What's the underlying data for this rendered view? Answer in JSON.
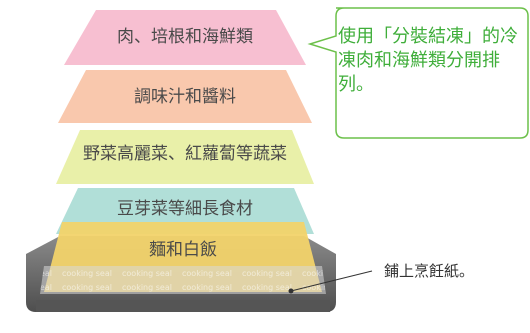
{
  "layers": [
    {
      "label": "肉、培根和海鮮類",
      "color": "#f6b8cc"
    },
    {
      "label": "調味汁和醬料",
      "color": "#f8c2a4"
    },
    {
      "label": "野菜高麗菜、紅蘿蔔等蔬菜",
      "color": "#e7eea0"
    },
    {
      "label": "豆芽菜等細長食材",
      "color": "#a9dcd4"
    },
    {
      "label": "麵和白飯",
      "color": "#f2d36a"
    }
  ],
  "callout": {
    "text": "使用「分裝結凍」的冷凍肉和海鮮類分開排列。",
    "border_color": "#6cc04a",
    "text_color": "#3fae3a"
  },
  "note": {
    "text": "鋪上烹飪紙。"
  },
  "paper": {
    "print_text": "cooking seal"
  },
  "tray": {
    "color": "#6b6b6b"
  }
}
